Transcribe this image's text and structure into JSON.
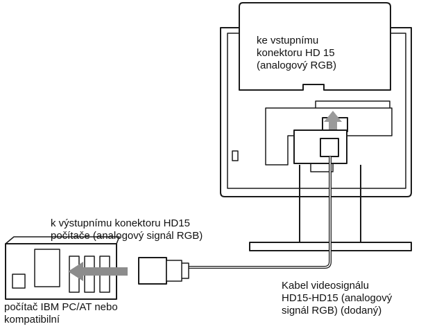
{
  "labels": {
    "monitor_input": [
      "ke vstupnímu",
      "konektoru HD 15",
      "(analogový RGB)"
    ],
    "computer_output": [
      "k výstupnímu konektoru HD15",
      "počítače (analogový signál RGB)"
    ],
    "cable": [
      "Kabel videosignálu",
      "HD15-HD15 (analogový",
      "signál RGB) (dodaný)"
    ],
    "computer": [
      "počítač IBM PC/AT nebo",
      "kompatibilní"
    ]
  },
  "colors": {
    "line": "#1a1a1a",
    "fill": "#ffffff",
    "shade": "#9a9a9a",
    "arrow": "#8c8c8c"
  }
}
